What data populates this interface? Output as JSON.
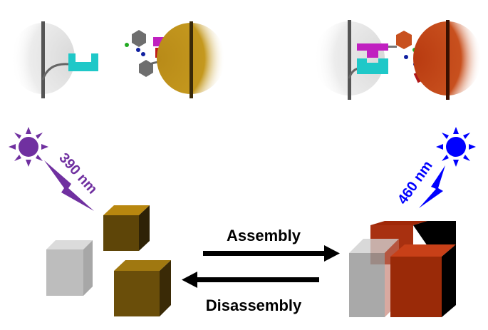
{
  "labels": {
    "uv_wavelength": "390 nm",
    "blue_wavelength": "460 nm",
    "forward": "Assembly",
    "reverse": "Disassembly"
  },
  "colors": {
    "uv": "#7030a0",
    "blue": "#0000ff",
    "gold_cube": "#8b6508",
    "orange_cube": "#b83a10",
    "host_cyan": "#1fc8c8",
    "guest_magenta": "#c020c0",
    "stopper_red": "#c01818"
  }
}
